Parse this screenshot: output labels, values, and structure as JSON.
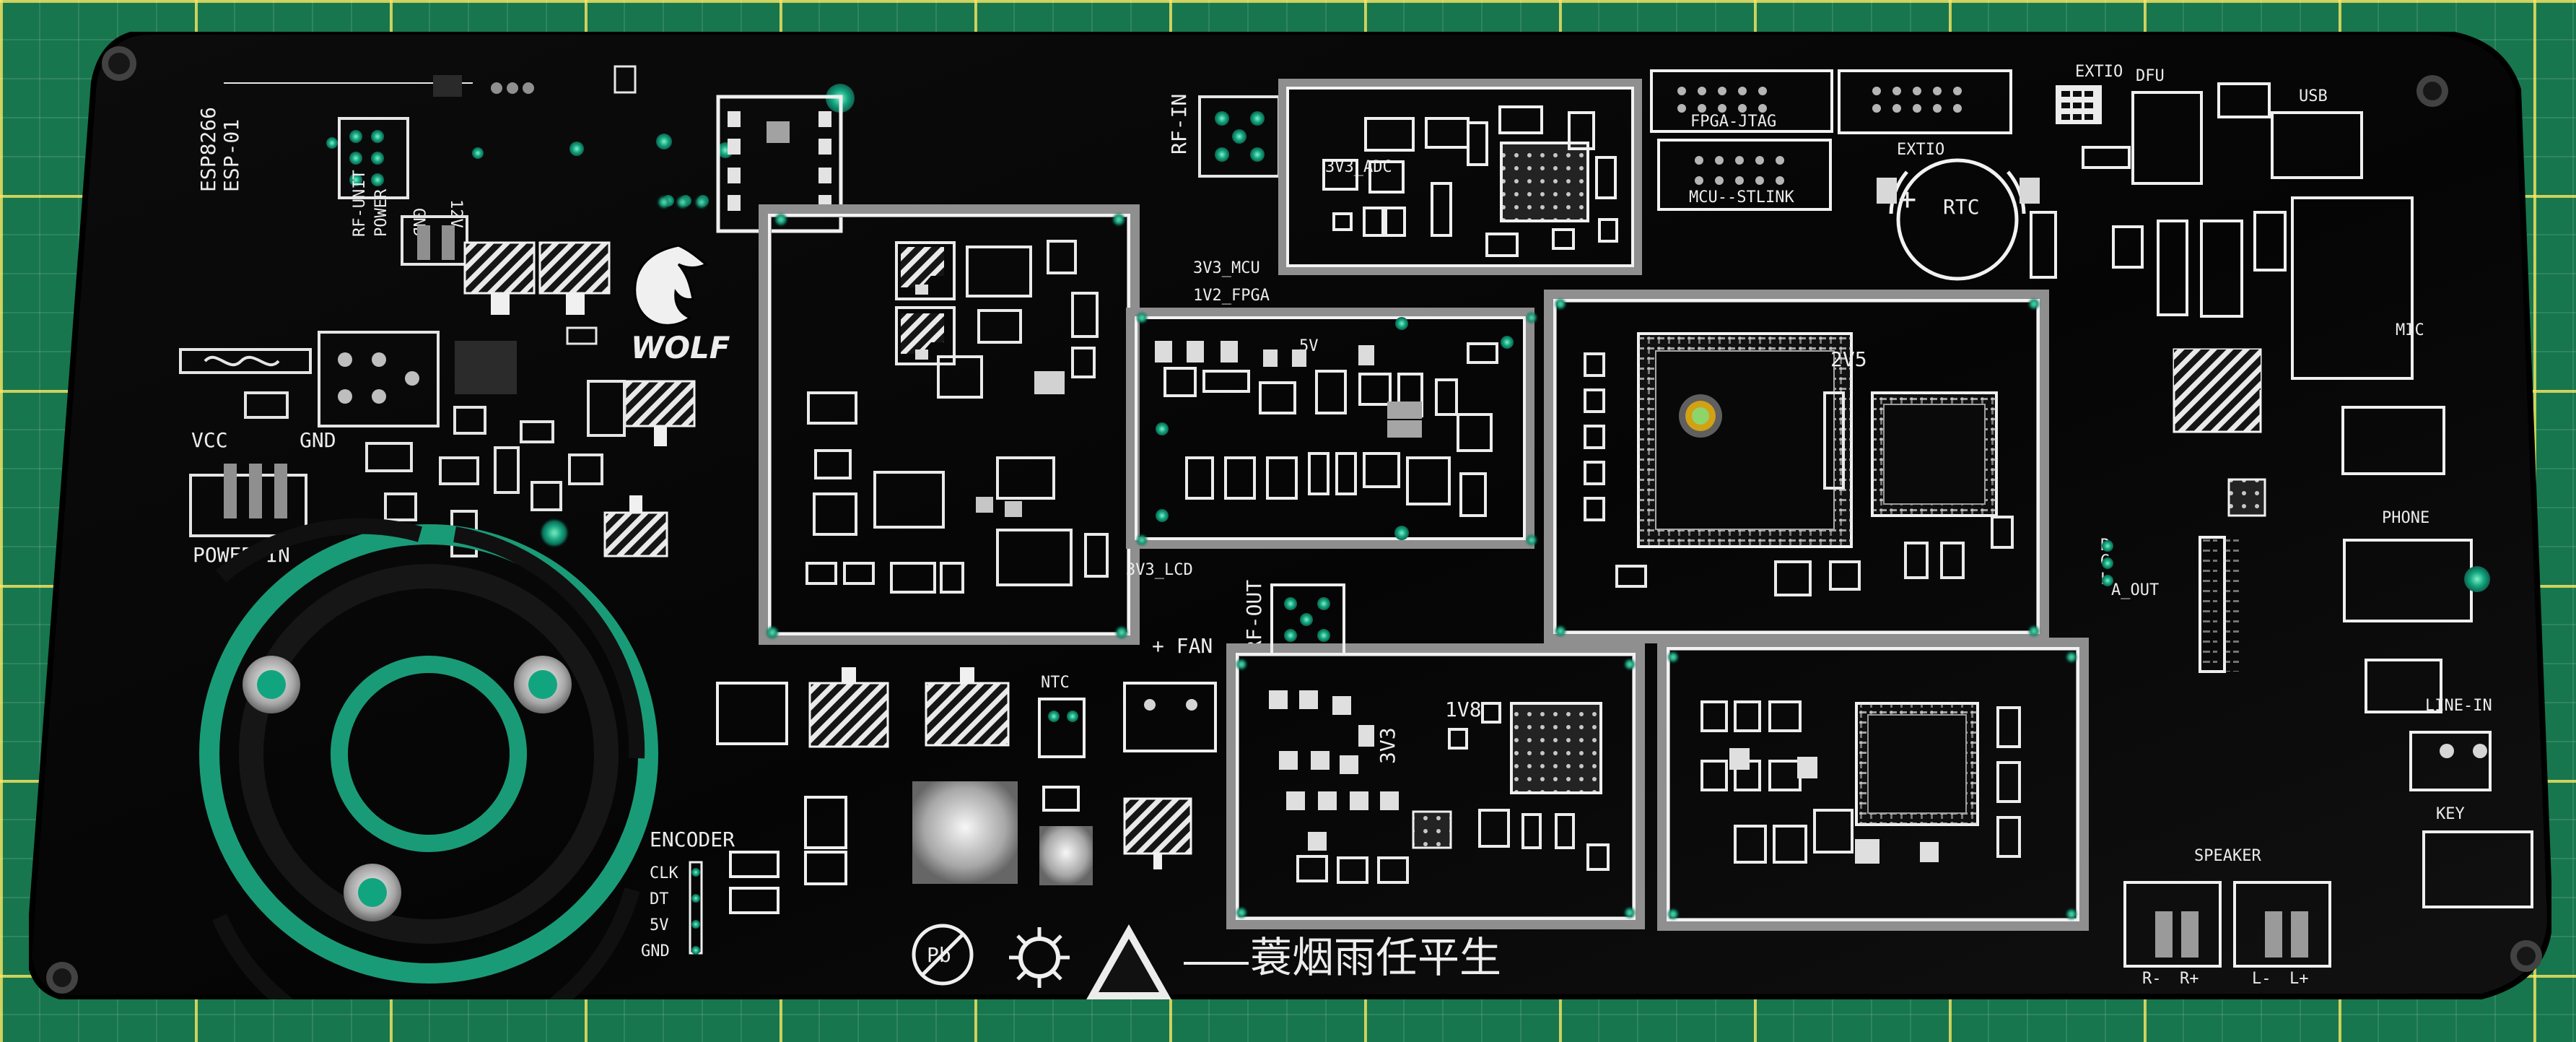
{
  "board": {
    "module_label": [
      "ESP8266",
      "ESP-01"
    ],
    "rf_unit_power": [
      "RF-UNIT",
      "POWER"
    ],
    "power_labels": {
      "twelve_v": "12V",
      "gnd_top": "GND",
      "vcc": "VCC",
      "gnd": "GND",
      "power_in": "POWER-IN"
    },
    "brand": "WOLF",
    "rf_in": "RF-IN",
    "rf_out": "RF-OUT",
    "labels": {
      "v3_mcu": "3V3_MCU",
      "v1_fpga": "1V2_FPGA",
      "five_v": "5V",
      "v3_lcd": "3V3_LCD",
      "fan": "+ FAN -",
      "ntc": "NTC",
      "v3_adc": "3V3_ADC",
      "v2_5": "2V5",
      "v1_8": "1V8",
      "v3_3": "3V3",
      "rtc": "RTC",
      "fpga_jtag": "FPGA-JTAG",
      "mcu_stlink": "MCU--STLINK",
      "extio": "EXTIO",
      "extio_small": "EXTIO",
      "dfu": "DFU",
      "usb": "USB",
      "mic": "MIC",
      "phone": "PHONE",
      "line_in": "LINE-IN",
      "key": "KEY",
      "a_out": "A_OUT",
      "l": "L",
      "r": "R",
      "g": "G",
      "speaker": "SPEAKER",
      "rminus": "R-",
      "rplus": "R+",
      "lminus": "L-",
      "lplus": "L+",
      "encoder": "ENCODER",
      "clk": "CLK",
      "dt": "DT",
      "five_v_encoder": "5V",
      "gnd_encoder": "GND",
      "plus": "+",
      "minus": "-"
    },
    "chinese_text": "蓑烟雨任平生",
    "pb_symbol": "Pb"
  }
}
